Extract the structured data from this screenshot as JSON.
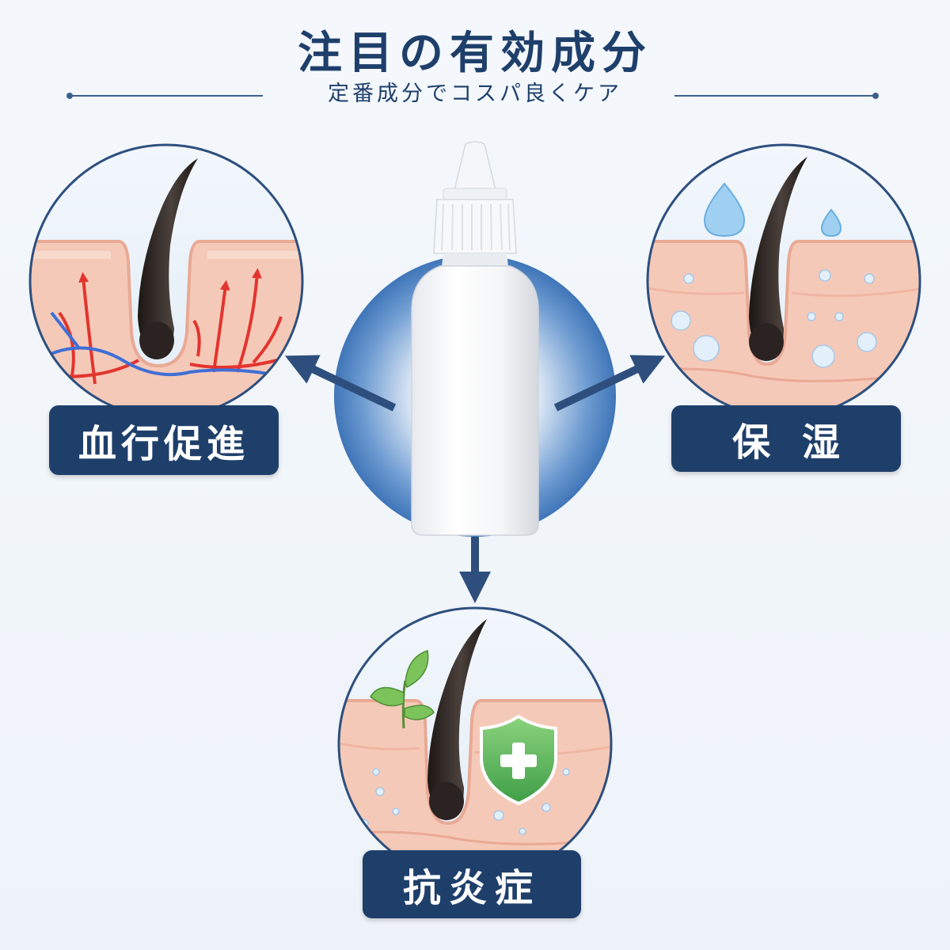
{
  "header": {
    "title": "注目の有効成分",
    "subtitle": "定番成分でコスパ良くケア"
  },
  "benefits": [
    {
      "label": "血行促進"
    },
    {
      "label": "保湿"
    },
    {
      "label": "抗炎症"
    }
  ],
  "colors": {
    "navy": "#1f3f6b",
    "accent_blue": "#4a82c4",
    "skin": "#f3c7b6",
    "hair": "#2a2321",
    "artery_red": "#e3342f",
    "vein_blue": "#3f6fd6",
    "shield_green": "#55b95a"
  },
  "icons": [
    "dropper-bottle-icon",
    "arrow-icon",
    "water-drop-icon",
    "leaf-icon",
    "shield-plus-icon"
  ]
}
